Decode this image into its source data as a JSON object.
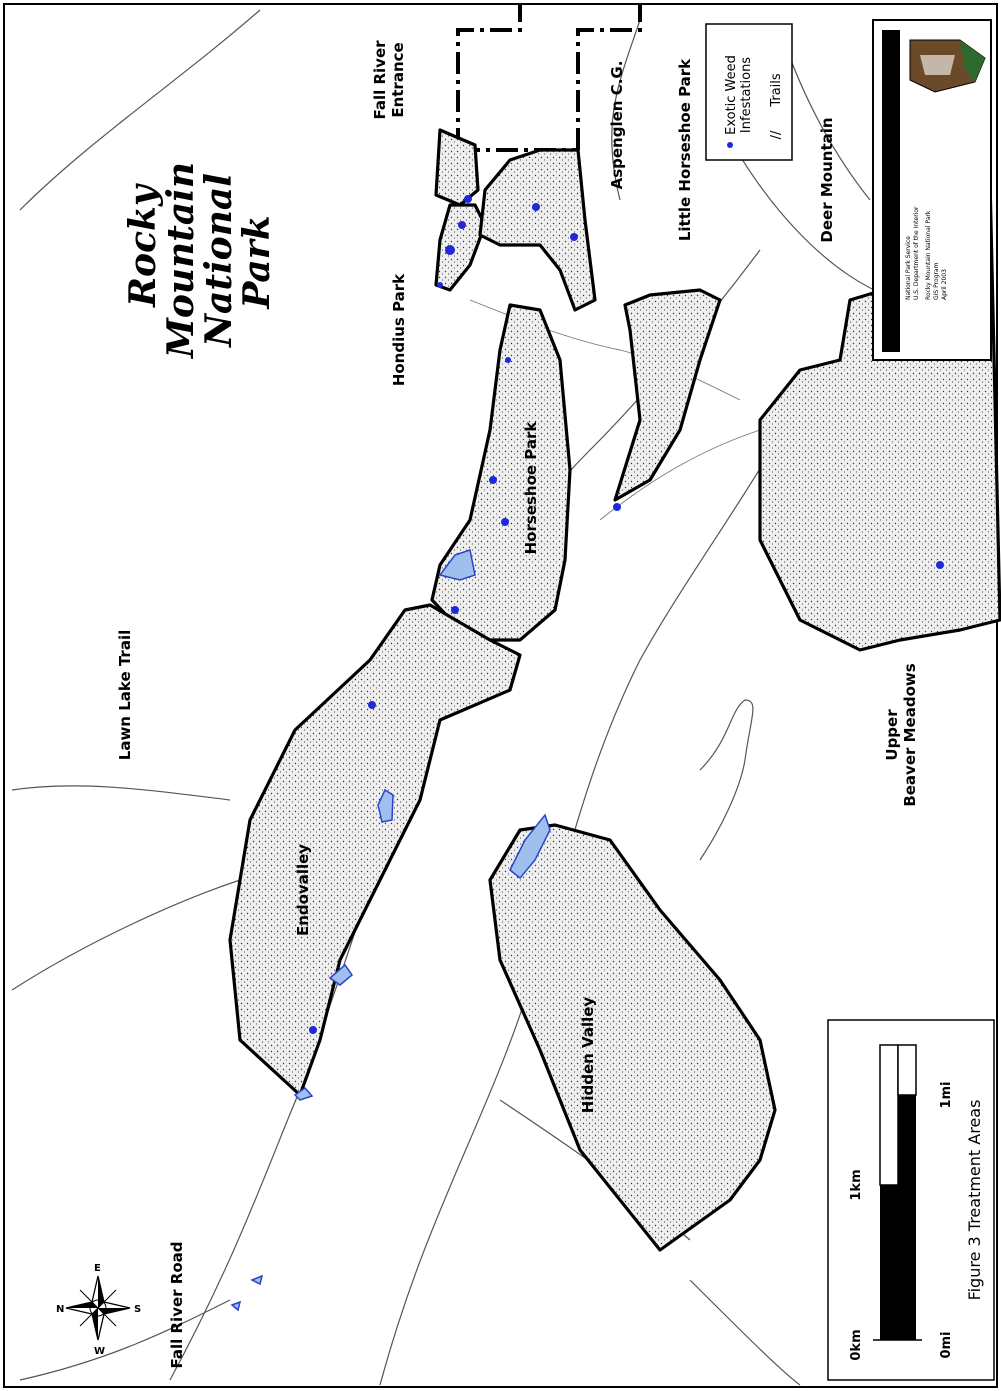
{
  "map": {
    "title_lines": [
      "Rocky",
      "Mountain",
      "National",
      "Park"
    ],
    "labels": {
      "fall_river_entrance": [
        "Fall River",
        "Entrance"
      ],
      "aspenglen": "Aspenglen C.G.",
      "little_horseshoe": "Little Horseshoe Park",
      "deer_mountain": "Deer Mountain",
      "hondius_park": "Hondius Park",
      "horseshoe_park": "Horseshoe Park",
      "lawn_lake_trail": "Lawn Lake Trail",
      "upper_beaver_meadows": [
        "Upper",
        "Beaver Meadows"
      ],
      "endovalley": "Endovalley",
      "hidden_valley": "Hidden Valley",
      "fall_river_road": "Fall River Road"
    },
    "legend": {
      "weed_label": [
        "Exotic Weed",
        "Infestations"
      ],
      "trails_label": "Trails",
      "trails_symbol": "//"
    },
    "agency_block": {
      "lines": [
        "National Park Service",
        "U.S. Department of the Interior",
        "Rocky Mountain National Park",
        "GIS Program",
        "April 2003"
      ]
    },
    "scale_bar": {
      "labels_km": [
        "0km",
        "1km"
      ],
      "labels_mi": [
        "0mi",
        "1mi"
      ]
    },
    "figure_caption": "Figure 3  Treatment Areas",
    "compass": {
      "N": "N",
      "E": "E",
      "S": "S",
      "W": "W"
    },
    "colors": {
      "weed": "#1f2ad6",
      "lake": "#9fc0ee",
      "area_stroke": "#000000"
    }
  }
}
